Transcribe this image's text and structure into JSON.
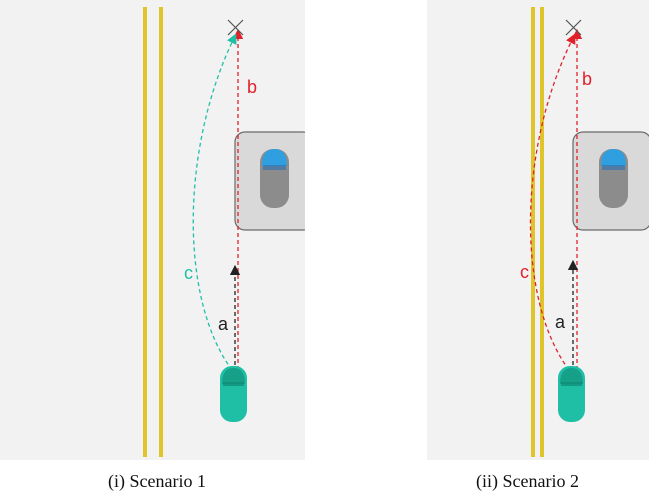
{
  "scenarios": [
    {
      "caption": "(i) Scenario 1",
      "path_labels": {
        "a": "a",
        "b": "b",
        "c": "c"
      },
      "colors": {
        "a": "#222222",
        "b": "#e0212a",
        "c": "#1fbfa6"
      }
    },
    {
      "caption": "(ii) Scenario 2",
      "path_labels": {
        "a": "a",
        "b": "b",
        "c": "c"
      },
      "colors": {
        "a": "#222222",
        "b": "#e0212a",
        "c": "#e0212a"
      }
    }
  ],
  "palette": {
    "road": "#f2f2f2",
    "lane_line": "#e0c52a",
    "ego_car": "#1fbfa6",
    "obstacle_box": "#d9d9d9",
    "obstacle_car_body": "#8c8c8c",
    "obstacle_car_windshield": "#2f9fe0"
  },
  "icons": [
    "goal-cross-icon",
    "ego-car-icon",
    "obstacle-car-icon"
  ]
}
